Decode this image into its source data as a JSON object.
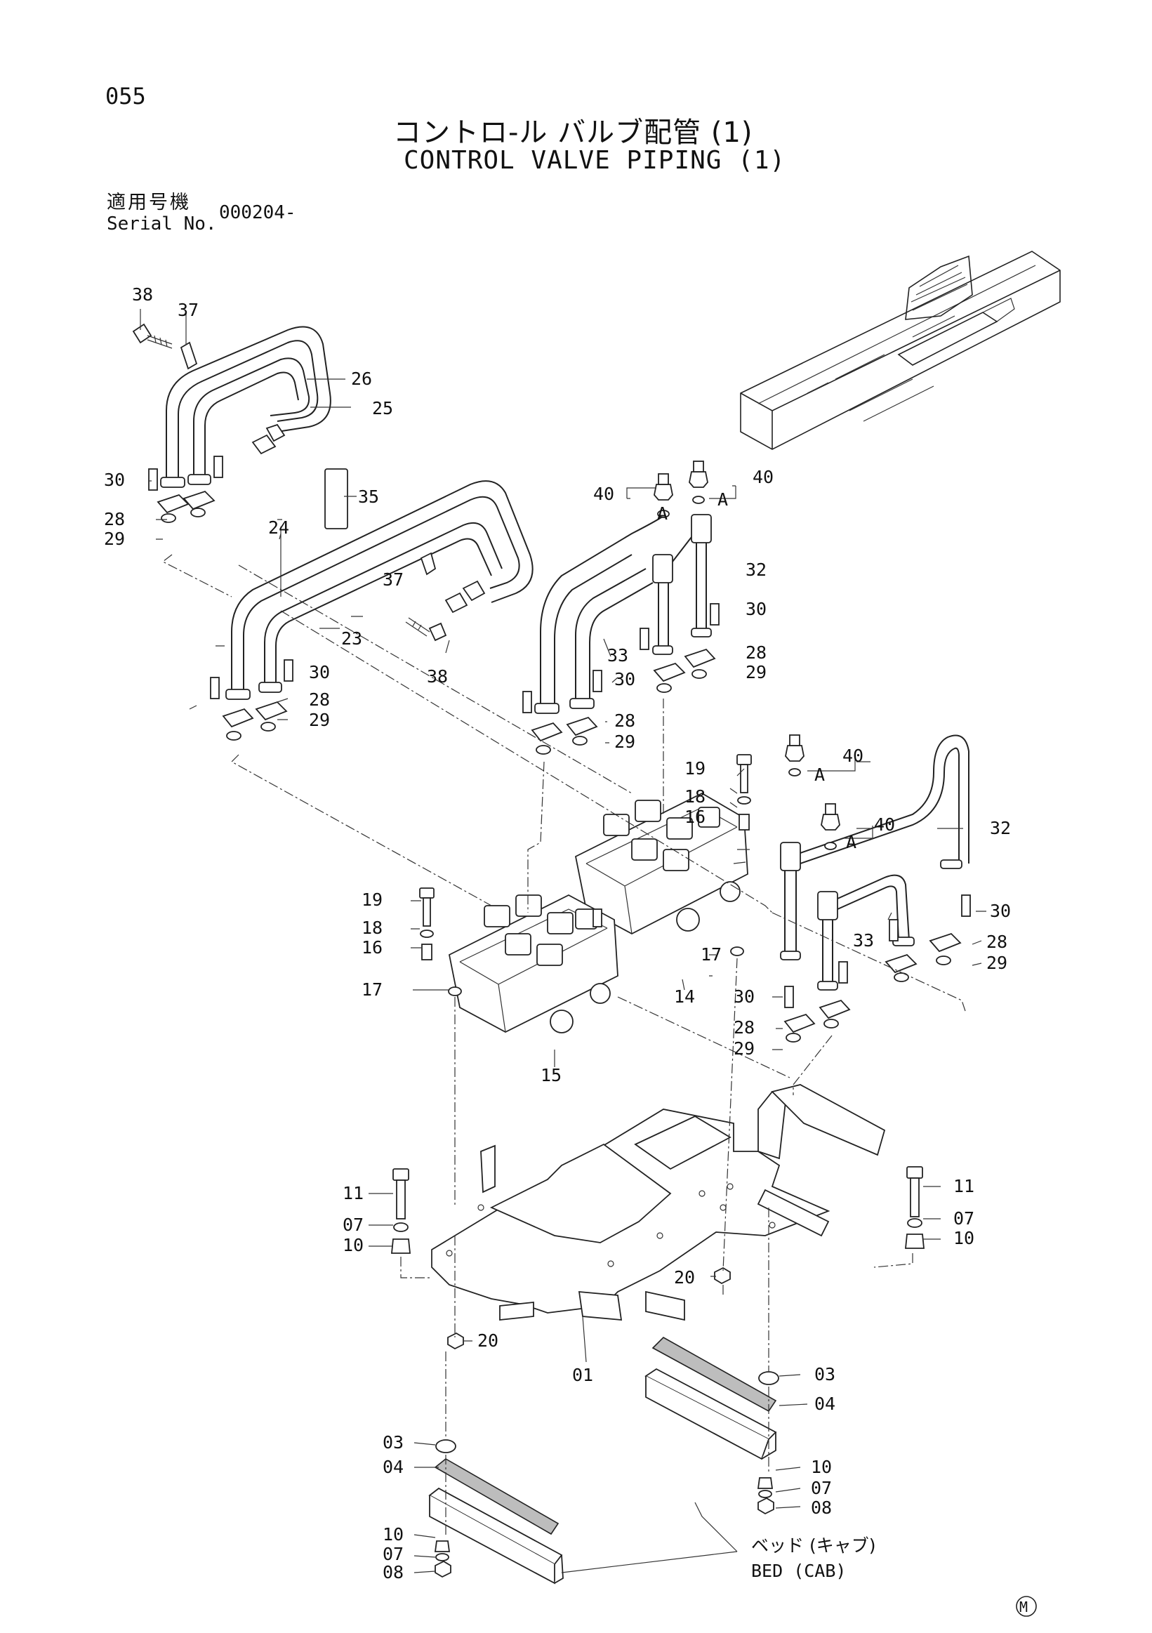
{
  "page_number": "055",
  "title_jp": "コントロ-ル バルブ配管 (1)",
  "title_en": "CONTROL VALVE PIPING (1)",
  "serial": {
    "label_jp": "適用号機",
    "label_en": "Serial No.",
    "value": "000204-"
  },
  "callouts": {
    "c38a": "38",
    "c37a": "37",
    "c26": "26",
    "c25": "25",
    "c30a": "30",
    "c35": "35",
    "c28a": "28",
    "c29a": "29",
    "c24": "24",
    "c37b": "37",
    "c23": "23",
    "c38b": "38",
    "c30b": "30",
    "c28b": "28",
    "c29b": "29",
    "c40a": "40",
    "c40b": "40",
    "c32a": "32",
    "c33a": "33",
    "c30c": "30",
    "c28c": "28",
    "c29c": "29",
    "c30d": "30",
    "c28d": "28",
    "c29d": "29",
    "c19a": "19",
    "c18a": "18",
    "c16a": "16",
    "c40c": "40",
    "c40d": "40",
    "c32b": "32",
    "c19b": "19",
    "c18b": "18",
    "c16b": "16",
    "c17a": "17",
    "c17b": "17",
    "c14": "14",
    "c15": "15",
    "c33b": "33",
    "c30e": "30",
    "c28e": "28",
    "c29e": "29",
    "c30f": "30",
    "c28f": "28",
    "c29f": "29",
    "c11a": "11",
    "c07a": "07",
    "c10a": "10",
    "c11b": "11",
    "c07b": "07",
    "c10b": "10",
    "c20a": "20",
    "c20b": "20",
    "c01": "01",
    "c03a": "03",
    "c04a": "04",
    "c10c": "10",
    "c07c": "07",
    "c08a": "08",
    "c03b": "03",
    "c04b": "04",
    "c10d": "10",
    "c07d": "07",
    "c08b": "08"
  },
  "view_marks": {
    "a1": "A",
    "a2": "A",
    "a3": "A",
    "a4": "A"
  },
  "bed_jp": "ベッド (キャブ)",
  "bed_en": "BED (CAB)",
  "mark": "M"
}
